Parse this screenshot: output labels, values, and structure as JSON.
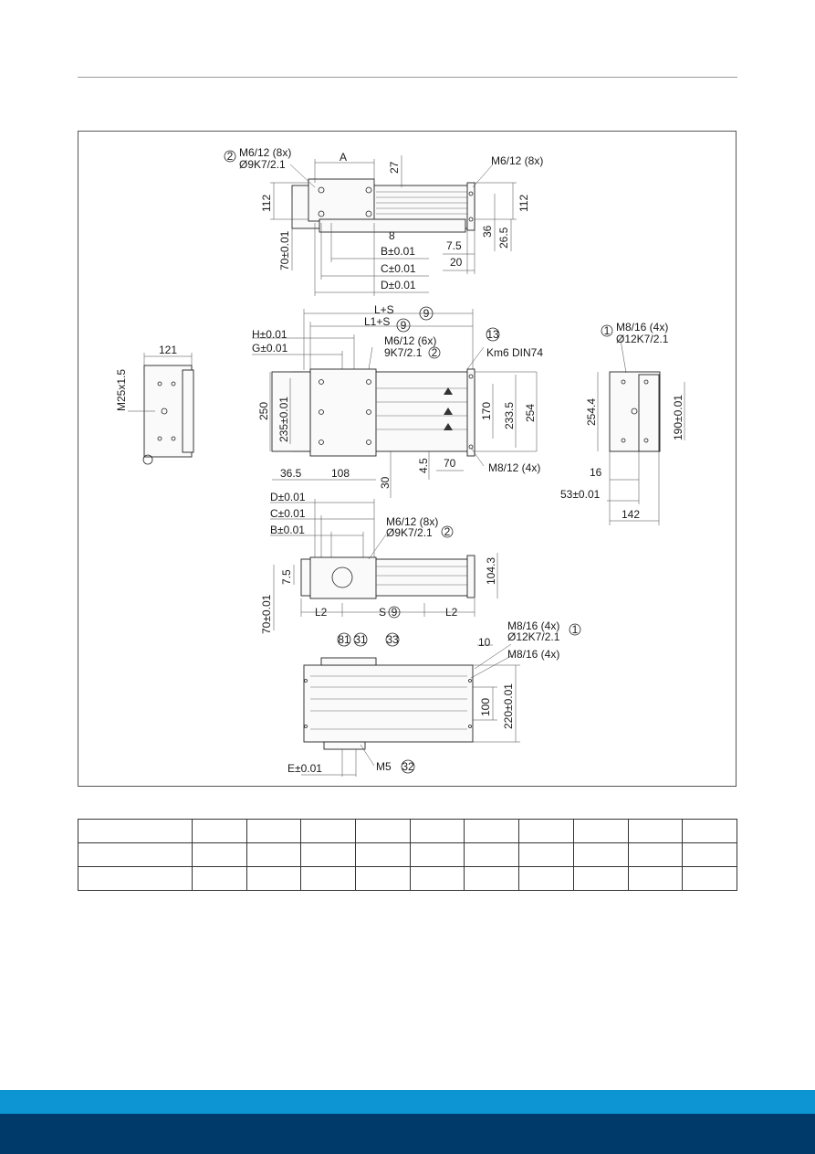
{
  "drawing": {
    "top_view": {
      "callout_1_line1": "M6/12 (8x)",
      "callout_1_line2": "Ø9K7/2.1",
      "callout_1_ref": "2",
      "dim_a": "A",
      "dim_27": "27",
      "callout_right": "M6/12 (8x)",
      "dim_112_left": "112",
      "dim_112_right": "112",
      "dim_70": "70±0.01",
      "dim_8": "8",
      "dim_b": "B±0.01",
      "dim_c": "C±0.01",
      "dim_d": "D±0.01",
      "dim_36": "36",
      "dim_26_5": "26.5",
      "dim_7_5": "7.5",
      "dim_20": "20"
    },
    "middle_view": {
      "dim_ls": "L+S",
      "dim_ls_ref": "9",
      "dim_l1s": "L1+S",
      "dim_l1s_ref": "9",
      "dim_h": "H±0.01",
      "dim_g": "G±0.01",
      "callout_2_line1": "M6/12 (6x)",
      "callout_2_line2": "9K7/2.1",
      "callout_2_ref": "2",
      "callout_13": "13",
      "callout_km6": "Km6 DIN74",
      "dim_250": "250",
      "dim_235": "235±0.01",
      "dim_170": "170",
      "dim_233_5": "233.5",
      "dim_254": "254",
      "dim_36_5": "36.5",
      "dim_108": "108",
      "dim_30": "30",
      "dim_4_5": "4.5",
      "dim_70b": "70",
      "callout_m8_12": "M8/12 (4x)"
    },
    "left_view": {
      "dim_121": "121",
      "dim_m25": "M25x1.5"
    },
    "right_view": {
      "callout_ref": "1",
      "callout_line1": "M8/16 (4x)",
      "callout_line2": "Ø12K7/2.1",
      "dim_254_4": "254.4",
      "dim_190": "190±0.01",
      "dim_16": "16",
      "dim_53": "53±0.01",
      "dim_142": "142"
    },
    "lower_view": {
      "dim_d": "D±0.01",
      "dim_c": "C±0.01",
      "dim_b": "B±0.01",
      "callout_line1": "M6/12 (8x)",
      "callout_line2": "Ø9K7/2.1",
      "callout_ref": "2",
      "dim_7_5": "7.5",
      "dim_104_3": "104.3",
      "dim_70": "70±0.01",
      "dim_l2_left": "L2",
      "dim_s": "S",
      "dim_s_ref": "9",
      "dim_l2_right": "L2"
    },
    "bottom_view": {
      "ref_81": "81",
      "ref_31": "31",
      "ref_33": "33",
      "dim_10": "10",
      "callout_1_line1": "M8/16 (4x)",
      "callout_1_line2": "Ø12K7/2.1",
      "callout_1_ref": "1",
      "callout_m8_16": "M8/16 (4x)",
      "dim_100": "100",
      "dim_220": "220±0.01",
      "dim_e": "E±0.01",
      "callout_m5": "M5",
      "callout_m5_ref": "32"
    }
  },
  "colors": {
    "footer_light": "#0d94d2",
    "footer_dark": "#003a6b"
  }
}
